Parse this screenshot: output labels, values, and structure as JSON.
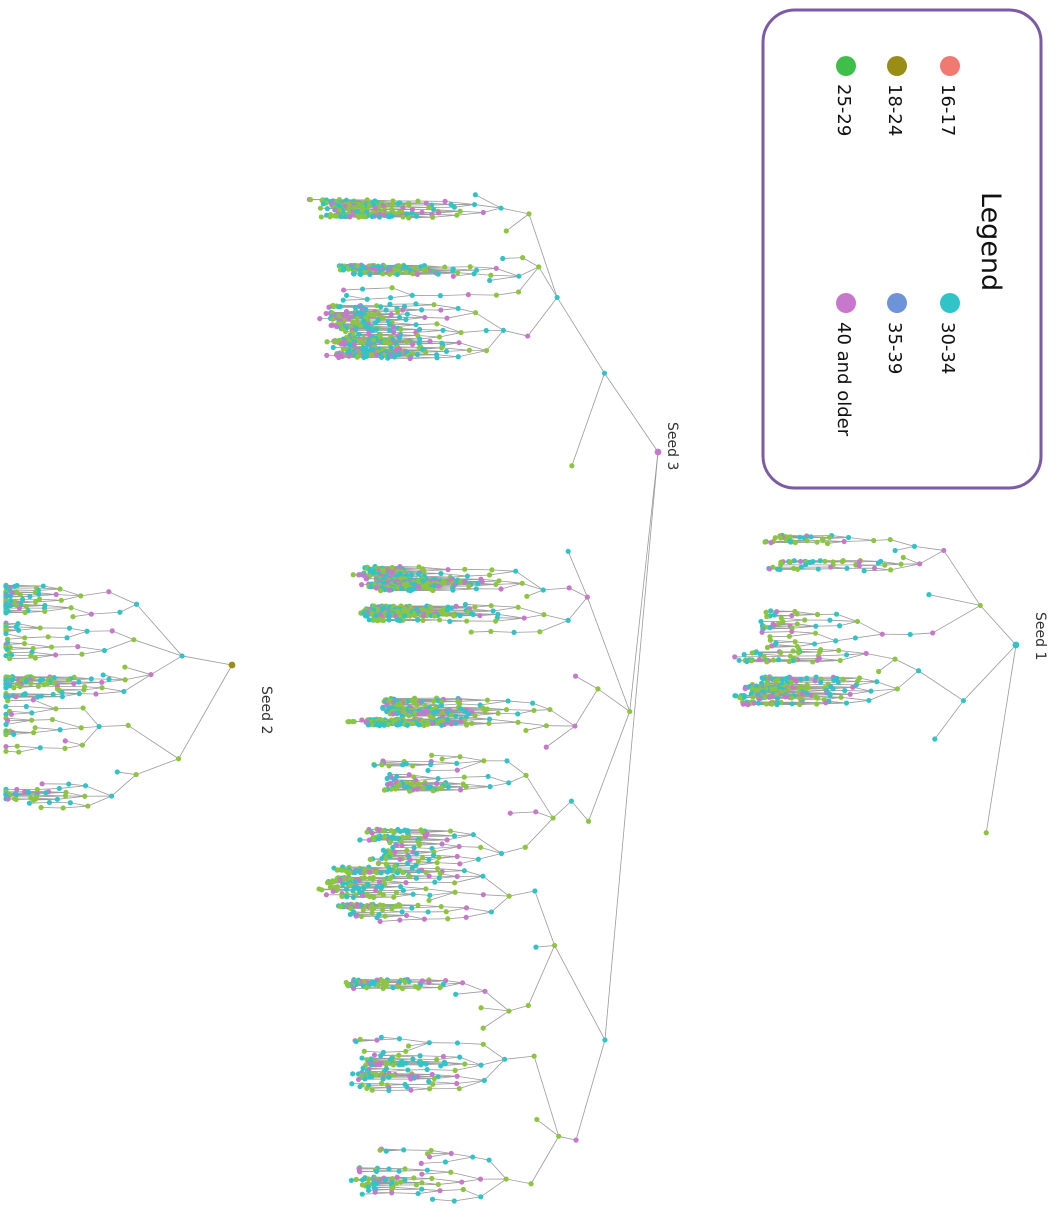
{
  "legend": {
    "title": "Legend",
    "items": [
      {
        "label": "16-17",
        "color": "#f07a72"
      },
      {
        "label": "18-24",
        "color": "#9a8d16"
      },
      {
        "label": "25-29",
        "color": "#3fbf4a"
      },
      {
        "label": "30-34",
        "color": "#30c4c8"
      },
      {
        "label": "35-39",
        "color": "#6d94d8"
      },
      {
        "label": "40 and older",
        "color": "#c878cc"
      }
    ],
    "border_color": "#7b5aa6"
  },
  "seeds": [
    {
      "id": "seed1",
      "label": "Seed 1",
      "root_color": "#30c4c8"
    },
    {
      "id": "seed2",
      "label": "Seed 2",
      "root_color": "#9a8d16"
    },
    {
      "id": "seed3",
      "label": "Seed 3",
      "root_color": "#c878cc"
    }
  ],
  "node_colors": {
    "leaf_primary": "#8cc63f",
    "leaf_secondary": "#30c4c8",
    "tertiary": "#c878cc",
    "edge": "#9a9a9a"
  }
}
